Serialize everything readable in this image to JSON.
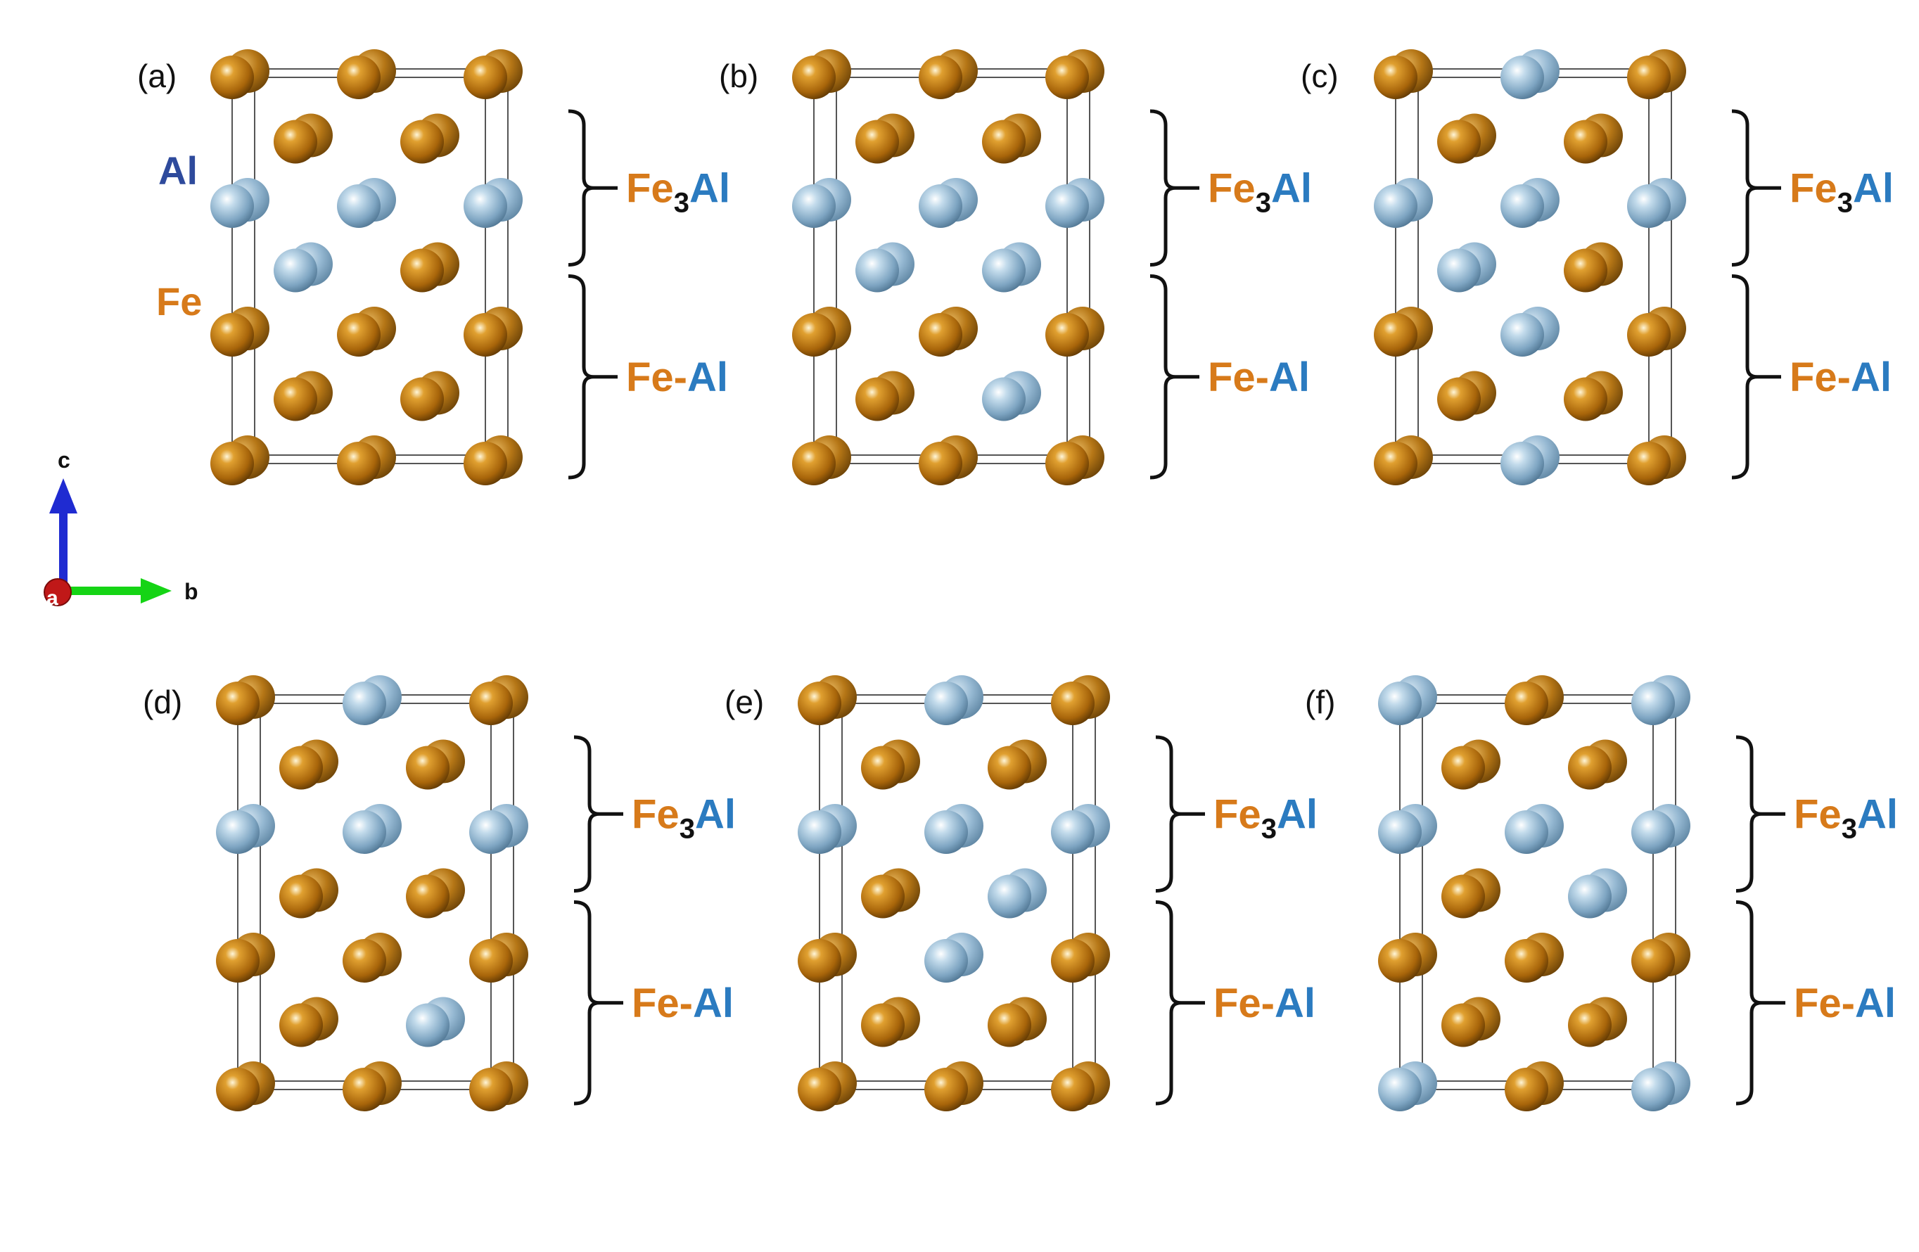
{
  "colors": {
    "fe": "#c27a0e",
    "fe_dark": "#6e4103",
    "al": "#8fb4cf",
    "al_dark": "#557a95",
    "label_fe": "#d77a1a",
    "label_al": "#2b7bc0",
    "label_al_legend": "#2e4a9c",
    "axis_c": "#1f2bd1",
    "axis_b": "#15d415",
    "axis_a": "#c01818"
  },
  "legend": {
    "al": "Al",
    "fe": "Fe"
  },
  "axes": {
    "c": "c",
    "b": "b",
    "a": "a"
  },
  "brackets": {
    "top": {
      "part1": "Fe",
      "sub": "3",
      "part2": "Al"
    },
    "bottom": {
      "part1": "Fe-",
      "part2": "Al"
    }
  },
  "panels": [
    {
      "label": "(a)",
      "al_atoms": [
        "Rc2",
        "Lc4",
        "Rc4",
        "C4",
        "In3"
      ]
    },
    {
      "label": "(b)",
      "al_atoms": [
        "Lc4",
        "Rc4",
        "C4",
        "In3",
        "Ic1",
        "Dc3",
        "Ic2"
      ]
    },
    {
      "label": "(c)",
      "al_atoms": [
        "C6",
        "Lc4",
        "Rc4",
        "C4",
        "C2",
        "C0",
        "In3"
      ]
    },
    {
      "label": "(d)",
      "al_atoms": [
        "C6",
        "Lc4",
        "Rc4",
        "C4",
        "Ic1",
        "Ic2"
      ]
    },
    {
      "label": "(e)",
      "al_atoms": [
        "C6",
        "Lc4",
        "Rc4",
        "C4",
        "C2",
        "Ic3"
      ]
    },
    {
      "label": "(f)",
      "al_atoms": [
        "L6",
        "R6",
        "Lc4",
        "Rc4",
        "C4",
        "Ic3",
        "L0",
        "R0"
      ]
    }
  ]
}
